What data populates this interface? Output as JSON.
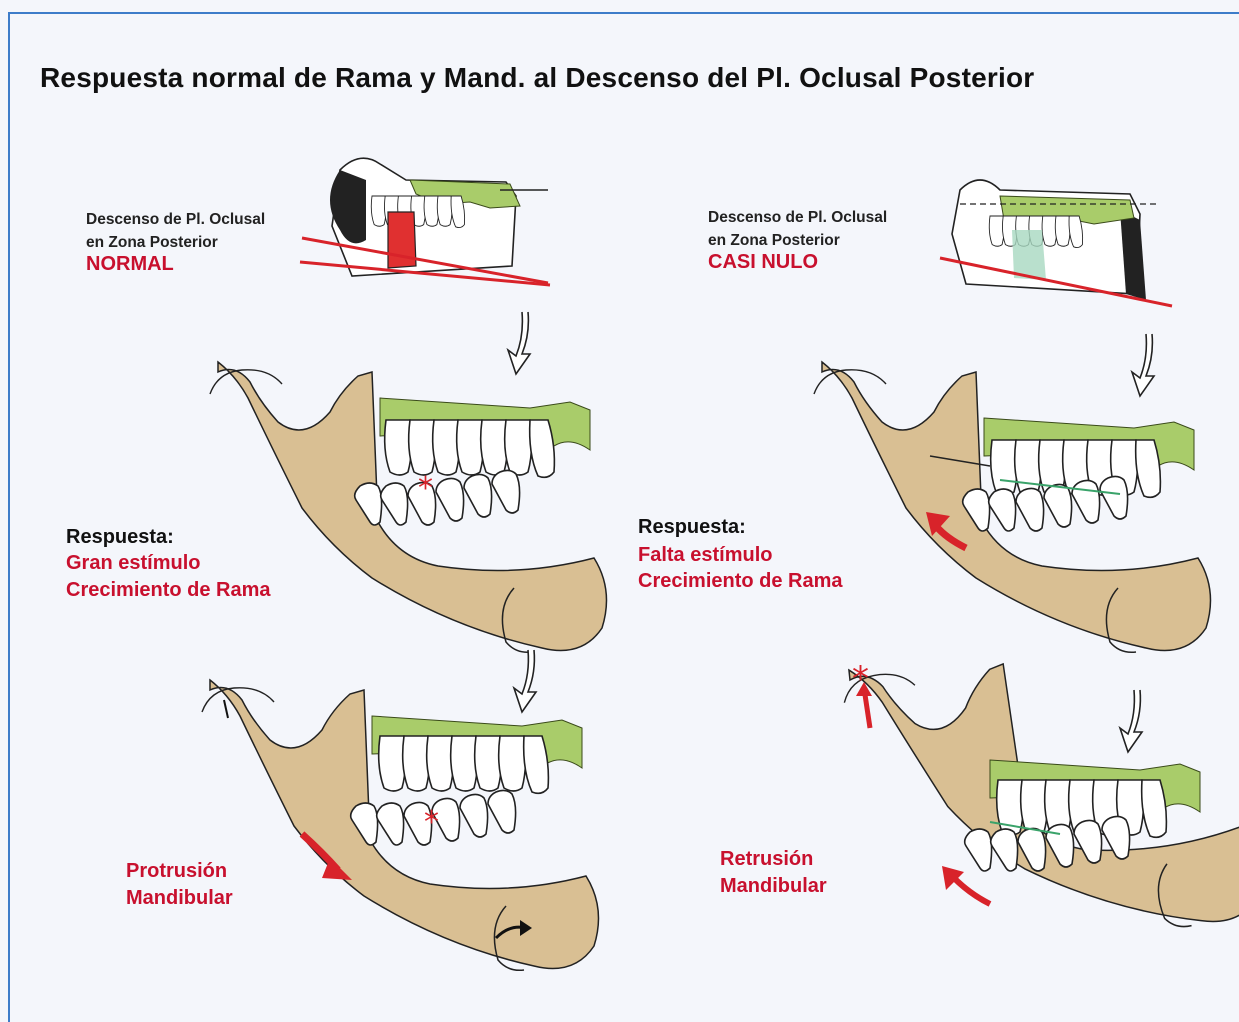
{
  "title": "Respuesta normal de  Rama y Mand. al Descenso del Pl. Oclusal Posterior",
  "left": {
    "plane_line1": "Descenso de Pl. Oclusal",
    "plane_line2": "en Zona Posterior",
    "plane_status": "NORMAL",
    "response_heading": "Respuesta:",
    "response_line1": "Gran estímulo",
    "response_line2": "Crecimiento de Rama",
    "result_line1": "Protrusión",
    "result_line2": "Mandibular"
  },
  "right": {
    "plane_line1": "Descenso de Pl. Oclusal",
    "plane_line2": "en Zona Posterior",
    "plane_status": "CASI NULO",
    "response_heading": "Respuesta:",
    "response_line1": "Falta estímulo",
    "response_line2": "Crecimiento de Rama",
    "result_line1": "Retrusión",
    "result_line2": "Mandibular"
  },
  "colors": {
    "bone": "#d9bf93",
    "gum": "#a9cc6a",
    "accent_red": "#d8232a",
    "frame_blue": "#3d7cc9"
  }
}
